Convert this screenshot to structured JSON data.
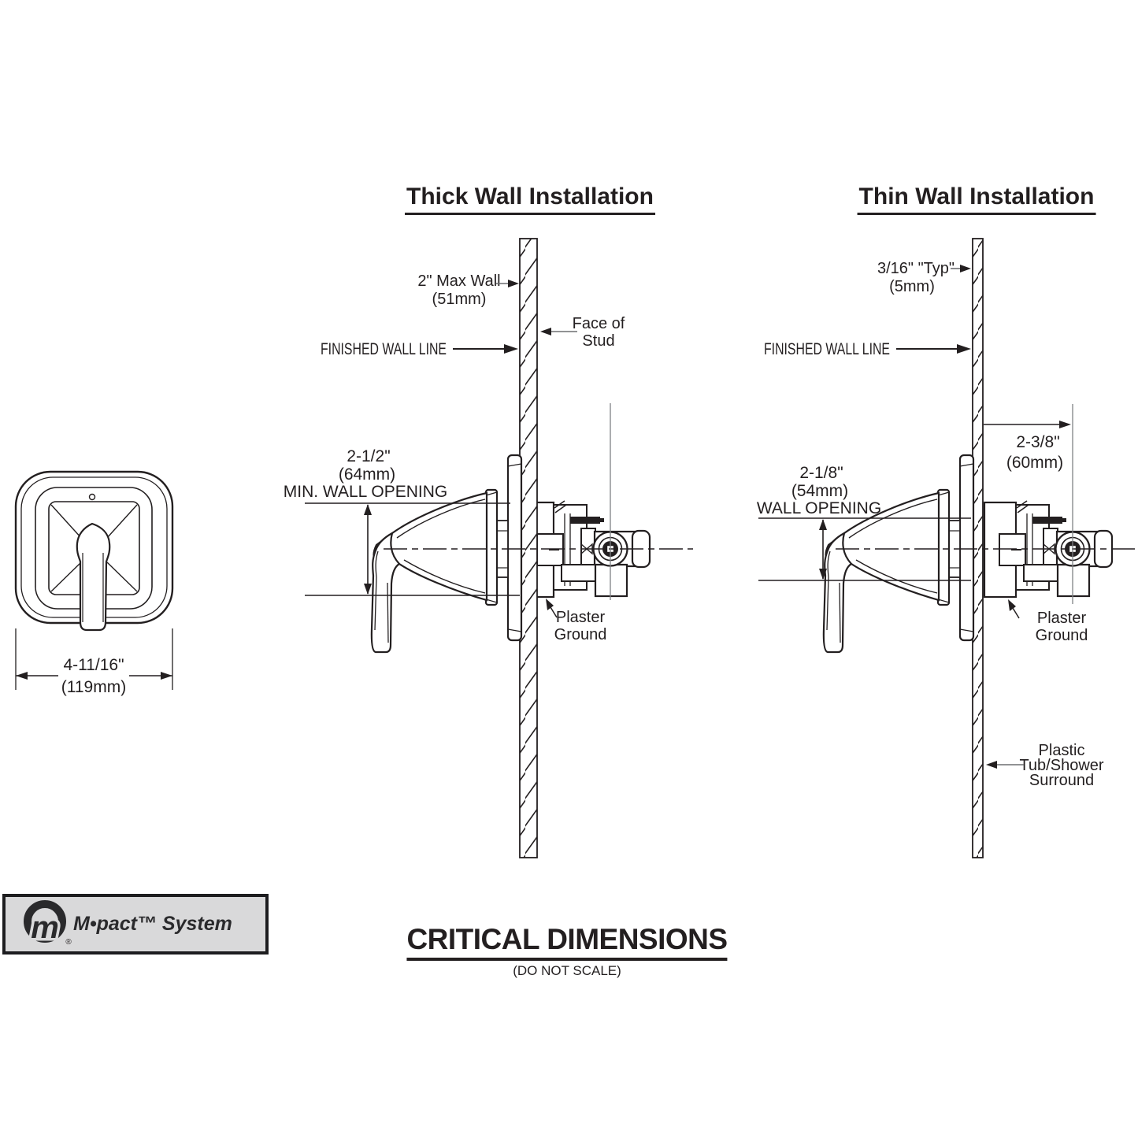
{
  "front_view": {
    "dim_in": "4-11/16\"",
    "dim_mm": "(119mm)"
  },
  "thick_wall": {
    "title": "Thick Wall Installation",
    "max_wall_in": "2\" Max Wall",
    "max_wall_mm": "(51mm)",
    "face_of_stud_1": "Face of",
    "face_of_stud_2": "Stud",
    "finished_wall_line": "FINISHED WALL LINE",
    "opening_in": "2-1/2\"",
    "opening_mm": "(64mm)",
    "opening_label": "MIN. WALL OPENING",
    "plaster_1": "Plaster",
    "plaster_2": "Ground"
  },
  "thin_wall": {
    "title": "Thin Wall Installation",
    "typ_in": "3/16\" \"Typ\"",
    "typ_mm": "(5mm)",
    "finished_wall_line": "FINISHED WALL LINE",
    "depth_in": "2-3/8\"",
    "depth_mm": "(60mm)",
    "opening_in": "2-1/8\"",
    "opening_mm": "(54mm)",
    "opening_label": "WALL OPENING",
    "plaster_1": "Plaster",
    "plaster_2": "Ground",
    "surround_1": "Plastic",
    "surround_2": "Tub/Shower",
    "surround_3": "Surround"
  },
  "footer": {
    "logo_m": "m",
    "logo_reg": "®",
    "logo_text": "M•pact™ System",
    "title": "CRITICAL DIMENSIONS",
    "subtitle": "(DO NOT SCALE)"
  },
  "colors": {
    "line": "#231f20",
    "leader_gray": "#6d6e71",
    "logo_bg": "#d9d9da"
  }
}
